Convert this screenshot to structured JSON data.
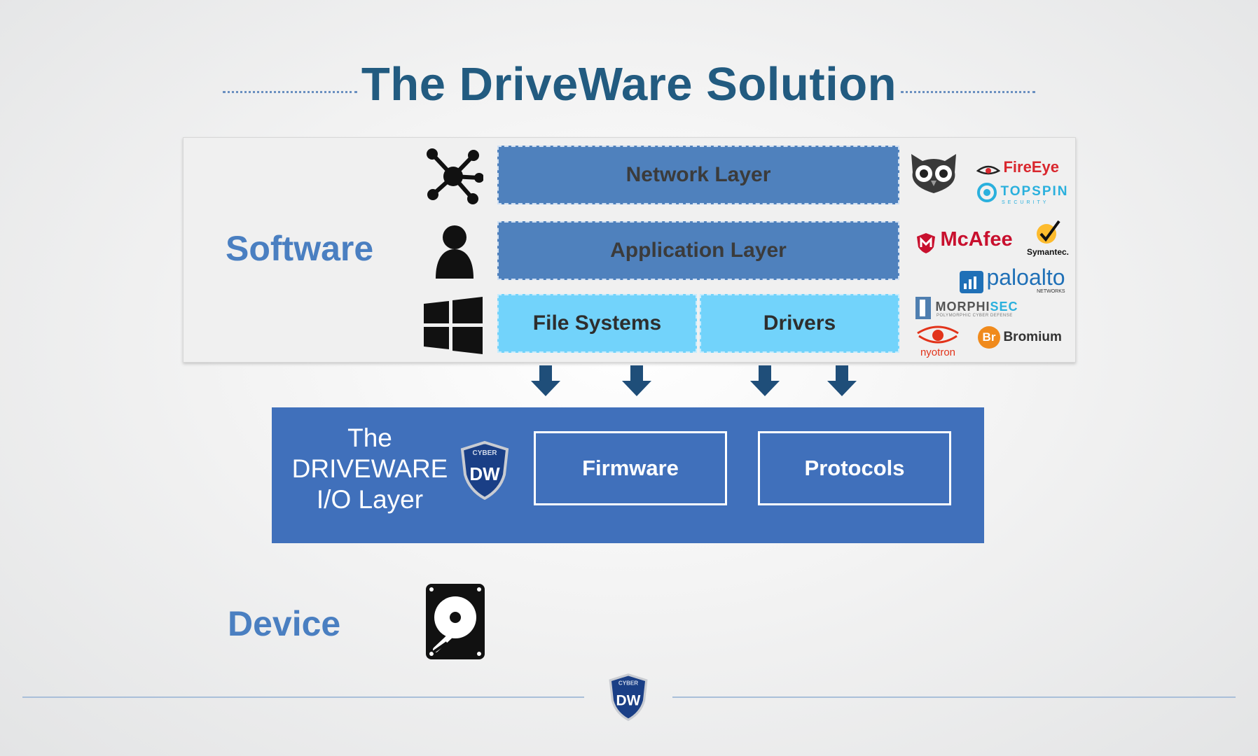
{
  "title": "The DriveWare Solution",
  "software_label": "Software",
  "device_label": "Device",
  "layers": {
    "network": "Network Layer",
    "application": "Application Layer",
    "file_systems": "File Systems",
    "drivers": "Drivers"
  },
  "io_layer": {
    "title_line1": "The",
    "title_line2": "DRIVEWARE",
    "title_line3": "I/O Layer",
    "firmware": "Firmware",
    "protocols": "Protocols",
    "badge_top": "CYBER",
    "badge_mark": "DW"
  },
  "vendors": {
    "fireeye": "FireEye",
    "topspin": "TOPSPIN",
    "topspin_sub": "SECURITY",
    "mcafee": "McAfee",
    "symantec": "Symantec.",
    "paloalto": "paloalto",
    "paloalto_sub": "NETWORKS",
    "morphisec_a": "MORPHI",
    "morphisec_b": "SEC",
    "morphisec_sub": "POLYMORPHIC CYBER DEFENSE",
    "nyotron": "nyotron",
    "bromium": "Bromium",
    "bromium_mark": "Br"
  },
  "footer_badge": {
    "top": "CYBER",
    "mark": "DW"
  },
  "colors": {
    "title": "#225b80",
    "label": "#4a7fc1",
    "layer_dark": "#4f81bd",
    "layer_light": "#72d3fb",
    "io_panel": "#4070bb",
    "arrow": "#1f4e79"
  },
  "icons": [
    "network-icon",
    "user-icon",
    "windows-icon",
    "hard-drive-icon"
  ]
}
